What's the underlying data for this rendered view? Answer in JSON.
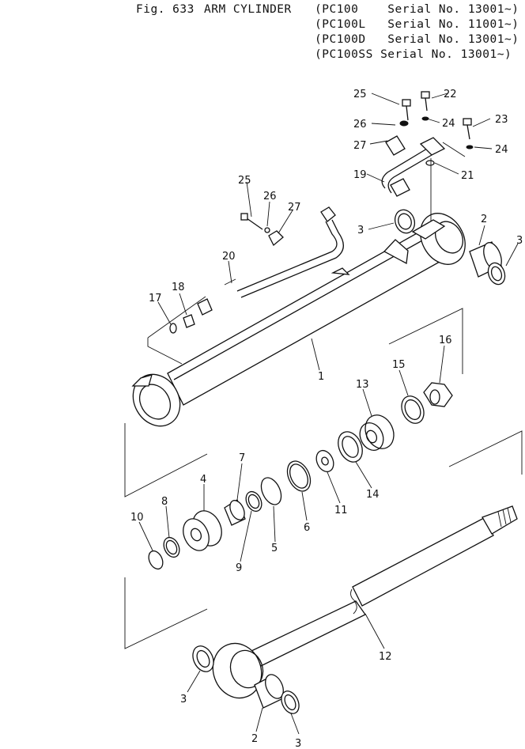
{
  "header": {
    "fig_number": "Fig. 633",
    "fig_title": "ARM CYLINDER",
    "models": [
      "(PC100    Serial No. 13001~)",
      "(PC100L   Serial No. 11001~)",
      "(PC100D   Serial No. 13001~)",
      "(PC100SS Serial No. 13001~)"
    ]
  },
  "callouts": [
    {
      "id": "c25a",
      "text": "25"
    },
    {
      "id": "c22",
      "text": "22"
    },
    {
      "id": "c26a",
      "text": "26"
    },
    {
      "id": "c24a",
      "text": "24"
    },
    {
      "id": "c23",
      "text": "23"
    },
    {
      "id": "c27a",
      "text": "27"
    },
    {
      "id": "c24b",
      "text": "24"
    },
    {
      "id": "c19",
      "text": "19"
    },
    {
      "id": "c21",
      "text": "21"
    },
    {
      "id": "c25b",
      "text": "25"
    },
    {
      "id": "c26b",
      "text": "26"
    },
    {
      "id": "c27b",
      "text": "27"
    },
    {
      "id": "c3a",
      "text": "3"
    },
    {
      "id": "c2a",
      "text": "2"
    },
    {
      "id": "c3b",
      "text": "3"
    },
    {
      "id": "c20",
      "text": "20"
    },
    {
      "id": "c17",
      "text": "17"
    },
    {
      "id": "c18",
      "text": "18"
    },
    {
      "id": "c1",
      "text": "1"
    },
    {
      "id": "c16",
      "text": "16"
    },
    {
      "id": "c15",
      "text": "15"
    },
    {
      "id": "c13",
      "text": "13"
    },
    {
      "id": "c7",
      "text": "7"
    },
    {
      "id": "c4",
      "text": "4"
    },
    {
      "id": "c8",
      "text": "8"
    },
    {
      "id": "c10",
      "text": "10"
    },
    {
      "id": "c9",
      "text": "9"
    },
    {
      "id": "c5",
      "text": "5"
    },
    {
      "id": "c6",
      "text": "6"
    },
    {
      "id": "c11",
      "text": "11"
    },
    {
      "id": "c14",
      "text": "14"
    },
    {
      "id": "c12",
      "text": "12"
    },
    {
      "id": "c3c",
      "text": "3"
    },
    {
      "id": "c2b",
      "text": "2"
    },
    {
      "id": "c3d",
      "text": "3"
    }
  ]
}
